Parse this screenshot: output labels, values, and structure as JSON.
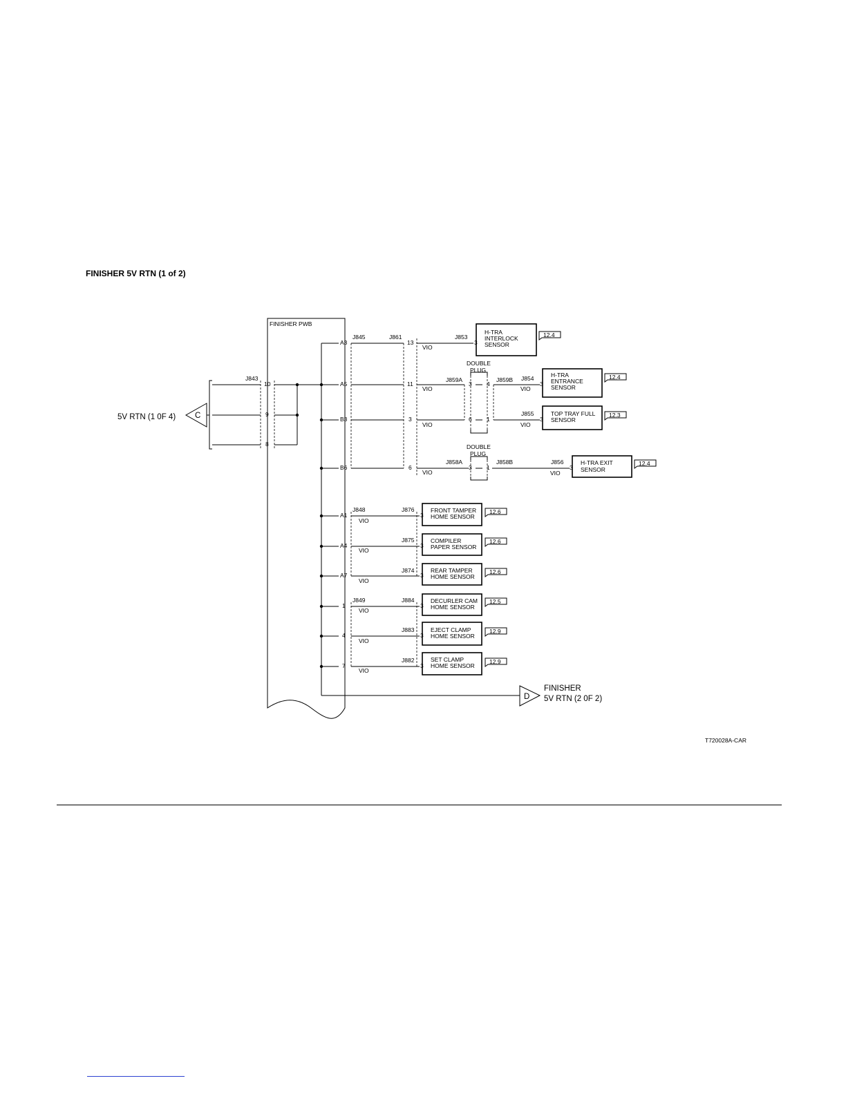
{
  "title": "FINISHER 5V RTN (1 of 2)",
  "figure_id": "T720028A-CAR",
  "pwb_label": "FINISHER PWB",
  "input_connector": {
    "label": "5V RTN (1 0F 4)",
    "symbol": "C",
    "jack": "J843",
    "pins": [
      "10",
      "9",
      "8"
    ]
  },
  "output_connector": {
    "label_line1": "FINISHER",
    "label_line2": "5V RTN (2 0F 2)",
    "symbol": "D"
  },
  "wire_color": "VIO",
  "double_plug": {
    "line1": "DOUBLE",
    "line2": "PLUG"
  },
  "upper_group": {
    "jack_a": "J845",
    "jack_b": "J861",
    "rows": [
      {
        "pin": "A3",
        "j861_pin": "13",
        "jack": "J853",
        "sensor_pin": "3",
        "sensor": [
          "H-TRA",
          "INTERLOCK",
          "SENSOR"
        ],
        "ref": "12.4"
      },
      {
        "pin": "A5",
        "j861_pin": "11",
        "plug_a": "J859A",
        "plug_a_pin": "3",
        "plug_b_pin": "4",
        "plug_b": "J859B",
        "jack": "J854",
        "sensor_pin": "3",
        "sensor": [
          "H-TRA",
          "ENTRANCE",
          "SENSOR"
        ],
        "ref": "12.4"
      },
      {
        "pin": "B3",
        "j861_pin": "3",
        "plug_a_pin": "6",
        "plug_b_pin": "1",
        "jack": "J855",
        "sensor_pin": "3",
        "sensor": [
          "TOP TRAY FULL",
          "SENSOR"
        ],
        "ref": "12.3"
      },
      {
        "pin": "B6",
        "j861_pin": "6",
        "plug_a": "J858A",
        "plug_a_pin": "3",
        "plug_b_pin": "1",
        "plug_b": "J858B",
        "jack": "J856",
        "sensor_pin": "3",
        "sensor": [
          "H-TRA EXIT",
          "SENSOR"
        ],
        "ref": "12.4"
      }
    ]
  },
  "lower_group": [
    {
      "pin": "A1",
      "jack_src": "J848",
      "jack": "J876",
      "sensor_pin": "3",
      "sensor": [
        "FRONT TAMPER",
        "HOME SENSOR"
      ],
      "ref": "12.6"
    },
    {
      "pin": "A4",
      "jack": "J875",
      "sensor_pin": "3",
      "sensor": [
        "COMPILER",
        "PAPER SENSOR"
      ],
      "ref": "12.6"
    },
    {
      "pin": "A7",
      "jack": "J874",
      "sensor_pin": "3",
      "sensor": [
        "REAR TAMPER",
        "HOME SENSOR"
      ],
      "ref": "12.6"
    },
    {
      "pin": "1",
      "jack_src": "J849",
      "jack": "J884",
      "sensor_pin": "3",
      "sensor": [
        "DECURLER CAM",
        "HOME SENSOR"
      ],
      "ref": "12.5"
    },
    {
      "pin": "4",
      "jack": "J883",
      "sensor_pin": "3",
      "sensor": [
        "EJECT CLAMP",
        "HOME SENSOR"
      ],
      "ref": "12.9"
    },
    {
      "pin": "7",
      "jack": "J882",
      "sensor_pin": "3",
      "sensor": [
        "SET CLAMP",
        "HOME SENSOR"
      ],
      "ref": "12.9"
    }
  ],
  "colors": {
    "line": "#000000",
    "footer_link": "#2a3fd1"
  }
}
